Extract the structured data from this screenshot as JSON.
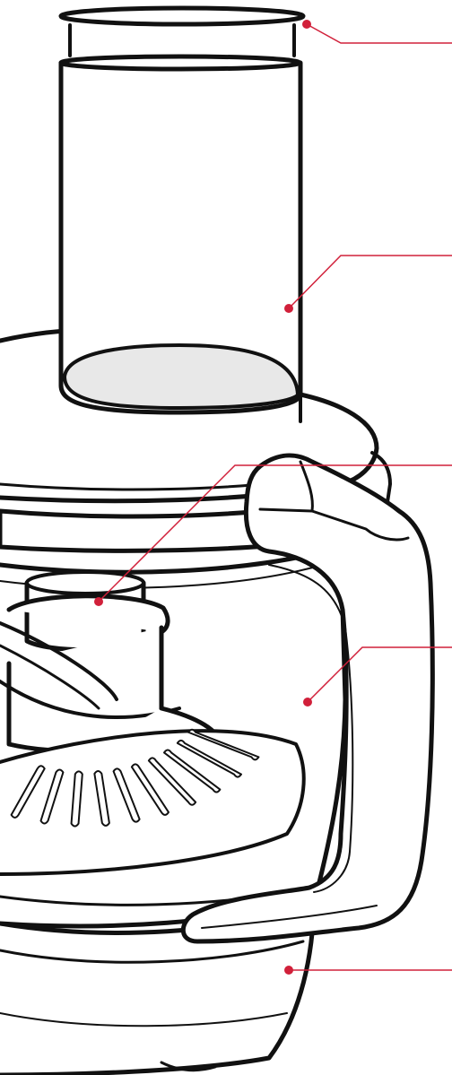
{
  "diagram": {
    "subject": "food processor",
    "callouts": [
      {
        "id": "pusher-rim",
        "label": ""
      },
      {
        "id": "food-pusher",
        "label": ""
      },
      {
        "id": "drive-shaft",
        "label": ""
      },
      {
        "id": "bowl",
        "label": ""
      },
      {
        "id": "motor-base",
        "label": ""
      }
    ]
  },
  "colors": {
    "outline": "#111111",
    "callout": "#d1203a",
    "inner_fill": "#e8e8e8",
    "background": "#ffffff"
  }
}
